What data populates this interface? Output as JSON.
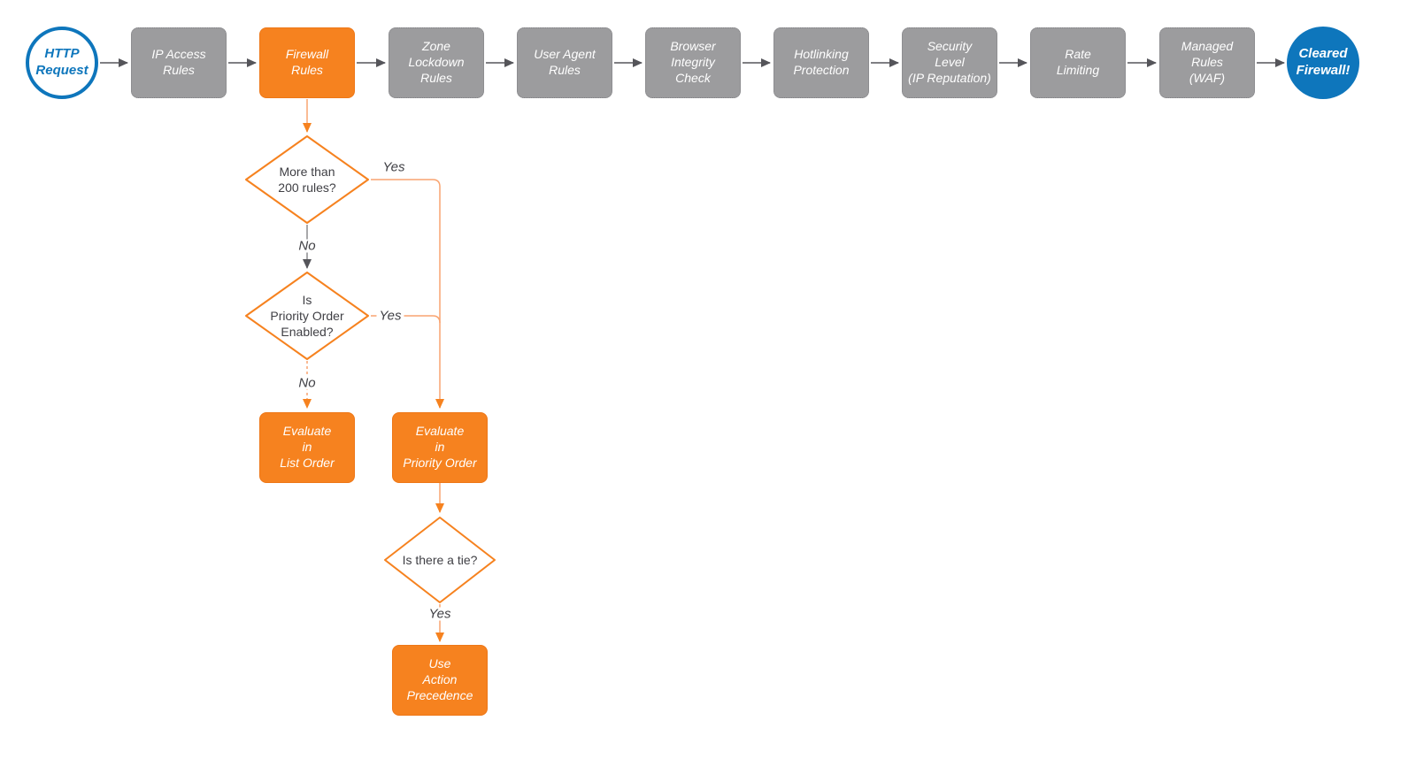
{
  "colors": {
    "accent_orange": "#F6821F",
    "connector_orange_light": "#F9A470",
    "node_gray": "#9C9C9E",
    "brand_blue": "#0E76BC",
    "arrow_dark": "#55555A",
    "text_dark": "#3F3F44"
  },
  "start": {
    "label": "HTTP\nRequest"
  },
  "end": {
    "label": "Cleared\nFirewall!"
  },
  "steps": [
    {
      "label": "IP Access\nRules"
    },
    {
      "label": "Firewall\nRules"
    },
    {
      "label": "Zone\nLockdown\nRules"
    },
    {
      "label": "User Agent\nRules"
    },
    {
      "label": "Browser\nIntegrity\nCheck"
    },
    {
      "label": "Hotlinking\nProtection"
    },
    {
      "label": "Security\nLevel\n(IP Reputation)"
    },
    {
      "label": "Rate\nLimiting"
    },
    {
      "label": "Managed\nRules\n(WAF)"
    }
  ],
  "decisions": [
    {
      "label": "More than\n200 rules?"
    },
    {
      "label": "Is\nPriority Order\nEnabled?"
    },
    {
      "label": "Is there a tie?"
    }
  ],
  "actions": [
    {
      "label": "Evaluate\nin\nList Order"
    },
    {
      "label": "Evaluate\nin\nPriority Order"
    },
    {
      "label": "Use\nAction\nPrecedence"
    }
  ],
  "edge_labels": {
    "yes_more_than_200": "Yes",
    "no_more_than_200": "No",
    "yes_priority_enabled": "Yes",
    "no_priority_enabled": "No",
    "yes_tie": "Yes"
  }
}
